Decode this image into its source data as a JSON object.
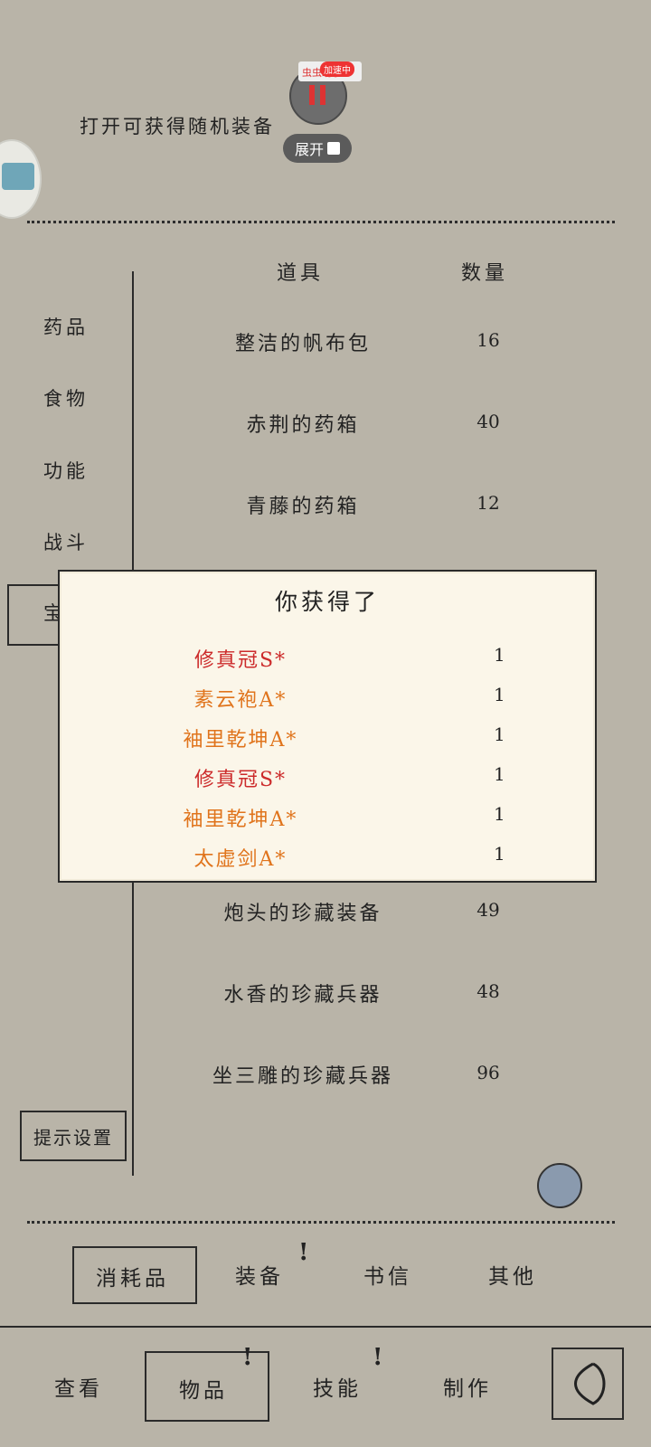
{
  "header": {
    "hint": "打开可获得随机装备"
  },
  "overlay": {
    "badge_app": "虫虫助手",
    "badge_status": "加速中",
    "expand_label": "展开"
  },
  "table": {
    "col_item": "道具",
    "col_qty": "数量",
    "rows": [
      {
        "name": "整洁的帆布包",
        "qty": "16"
      },
      {
        "name": "赤荆的药箱",
        "qty": "40"
      },
      {
        "name": "青藤的药箱",
        "qty": "12"
      },
      {
        "name": "炮头的珍藏装备",
        "qty": "49"
      },
      {
        "name": "水香的珍藏兵器",
        "qty": "48"
      },
      {
        "name": "坐三雕的珍藏兵器",
        "qty": "96"
      }
    ]
  },
  "categories": [
    "药品",
    "食物",
    "功能",
    "战斗",
    "宝"
  ],
  "tip_button": "提示设置",
  "popup": {
    "title": "你获得了",
    "rewards": [
      {
        "name": "修真冠S*",
        "qty": "1",
        "grade": "S"
      },
      {
        "name": "素云袍A*",
        "qty": "1",
        "grade": "A"
      },
      {
        "name": "袖里乾坤A*",
        "qty": "1",
        "grade": "A"
      },
      {
        "name": "修真冠S*",
        "qty": "1",
        "grade": "S"
      },
      {
        "name": "袖里乾坤A*",
        "qty": "1",
        "grade": "A"
      },
      {
        "name": "太虚剑A*",
        "qty": "1",
        "grade": "A"
      }
    ]
  },
  "subtabs": [
    "消耗品",
    "装备",
    "书信",
    "其他"
  ],
  "bottom_nav": [
    "查看",
    "物品",
    "技能",
    "制作"
  ],
  "colors": {
    "s_grade": "#cc2b2b",
    "a_grade": "#e0741c",
    "background": "#b9b4a8"
  }
}
